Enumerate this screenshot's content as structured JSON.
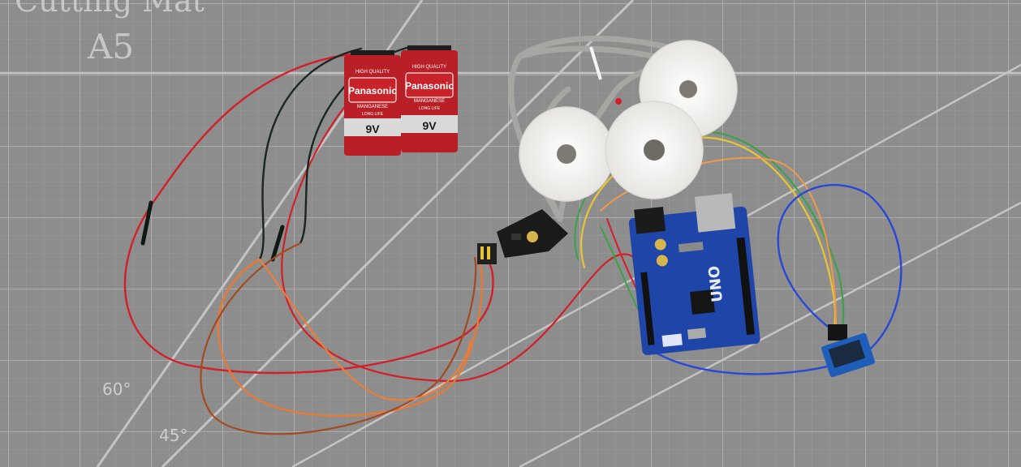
{
  "cutting_mat": {
    "title": "Cutting Mat",
    "size_label": "A5",
    "angle_labels": [
      "60°",
      "45°"
    ],
    "base_color": "#8d8d8d",
    "grid_color": "#a9a9a9"
  },
  "batteries": [
    {
      "quality_text": "HIGH QUALITY",
      "brand": "Panasonic",
      "type": "MANGANESE",
      "life_text": "LONG LIFE",
      "voltage": "9V",
      "body_color": "#b81f26"
    },
    {
      "quality_text": "HIGH QUALITY",
      "brand": "Panasonic",
      "type": "MANGANESE",
      "life_text": "LONG LIFE",
      "voltage": "9V",
      "body_color": "#b81f26"
    }
  ],
  "arduino_board": {
    "silkscreen": "UNO",
    "board_color": "#1f45a8"
  },
  "ecg_electrodes": {
    "count": 3,
    "pad_color": "#f2f1ee"
  },
  "wire_colors": {
    "red": "#d2202a",
    "black": "#1a2622",
    "orange": "#f0782c",
    "brown": "#a34a22",
    "yellow": "#e8c534",
    "green": "#3ea04a",
    "blue": "#2a48d6",
    "gray_cable": "#a6a6a3"
  },
  "icons": {
    "battery": "battery-icon",
    "electrode": "electrode-pad-icon",
    "board": "microcontroller-board-icon",
    "sensor": "ecg-sensor-module-icon",
    "display": "oled-display-icon"
  }
}
